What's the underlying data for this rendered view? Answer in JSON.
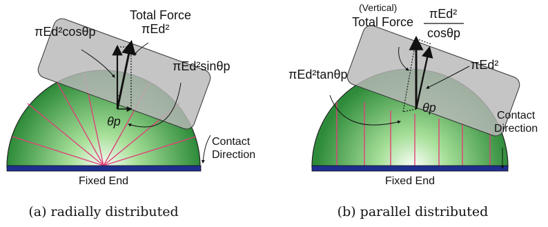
{
  "panel_a": {
    "caption": "(a) radially distributed",
    "fixed_end": "Fixed End",
    "contact_direction": [
      "Contact",
      "Direction"
    ],
    "total_force": [
      "Total Force",
      "πEd²"
    ],
    "cos_component": "πEd²cosθp",
    "sin_component": "πEd²sinθp",
    "angle": "θp"
  },
  "panel_b": {
    "caption": "(b) parallel distributed",
    "fixed_end": "Fixed End",
    "contact_direction": [
      "Contact",
      "Direction"
    ],
    "vertical": "(Vertical)",
    "total_force": "Total Force",
    "fraction_num": "πEd²",
    "fraction_den": "cosθp",
    "force": "πEd²",
    "tan_component": "πEd²tanθp",
    "angle": "θp"
  },
  "colors": {
    "dome_dark": "#2e8b3a",
    "dome_light": "#ffffff",
    "base": "#1f2f8f",
    "contact_plate": "#b8b8b8",
    "force_lines": "#e0407a"
  }
}
